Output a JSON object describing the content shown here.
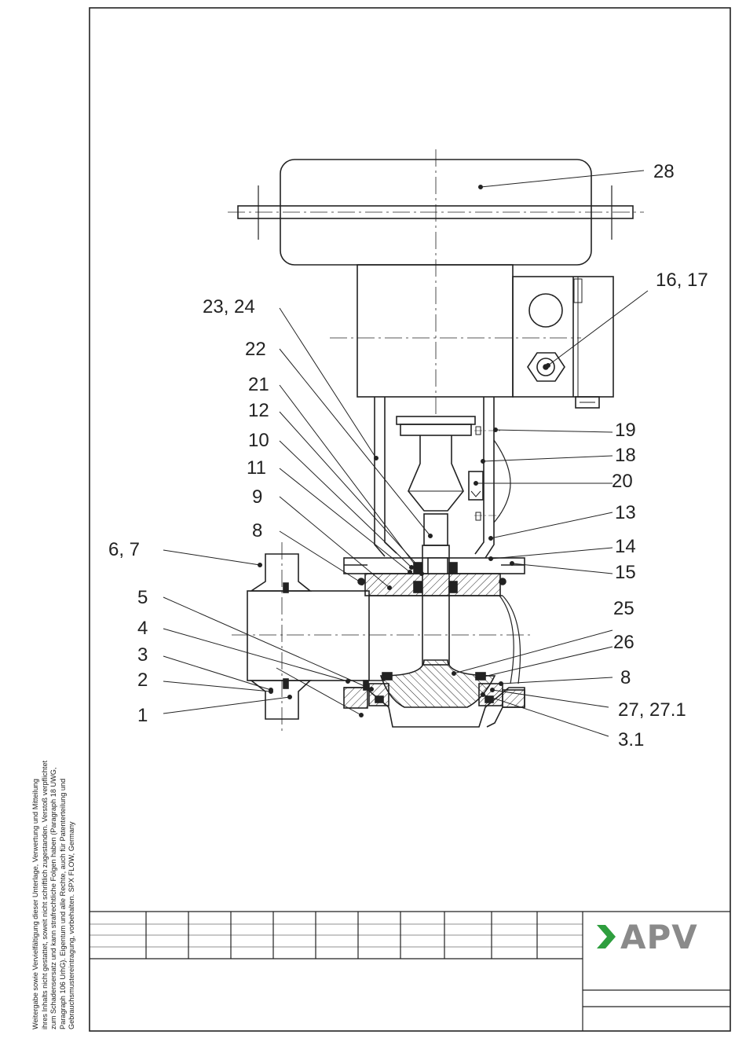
{
  "labels": {
    "l28": "28",
    "l1617": "16, 17",
    "l2324": "23, 24",
    "l22": "22",
    "l21": "21",
    "l12": "12",
    "l10": "10",
    "l11": "11",
    "l9": "9",
    "l8a": "8",
    "l67": "6, 7",
    "l5": "5",
    "l4": "4",
    "l3": "3",
    "l2": "2",
    "l1": "1",
    "l19": "19",
    "l18": "18",
    "l20": "20",
    "l13": "13",
    "l14": "14",
    "l15": "15",
    "l25": "25",
    "l26": "26",
    "l8b": "8",
    "l27": "27, 27.1",
    "l31": "3.1"
  },
  "legal_text": [
    "Weitergabe sowie Vervielfältigung dieser Unterlage, Verwertung und Mitteilung",
    "ihres Inhalts nicht gestattet, soweit nicht schriftlich zugestanden. Verstoß verpflichtet",
    "zum Schadensersatz und kann strafrechtliche Folgen haben (Paragraph 18 UWG,",
    "Paragraph 106 UrhG). Eigentum und alle Rechte, auch für Patenterteilung und",
    "Gebrauchsmustereintragung, vorbehalten. SPX FLOW, Germany"
  ],
  "logo": {
    "text": "APV",
    "chevron_color": "#2e9e3e",
    "text_color": "#8a8a8a"
  }
}
